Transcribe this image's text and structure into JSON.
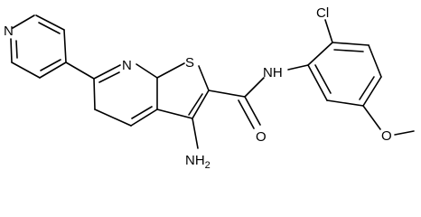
{
  "molecule": {
    "atom_labels": {
      "n_pyridine_top": "N",
      "n_pyridine_fused": "N",
      "s_thiophene": "S",
      "cl": "Cl",
      "n_amide": "NH",
      "o_carbonyl": "O",
      "n_amine": "NH",
      "n_amine_sub": "2",
      "o_methoxy": "O"
    },
    "colors": {
      "ink": "#000000",
      "background": "#ffffff"
    }
  }
}
